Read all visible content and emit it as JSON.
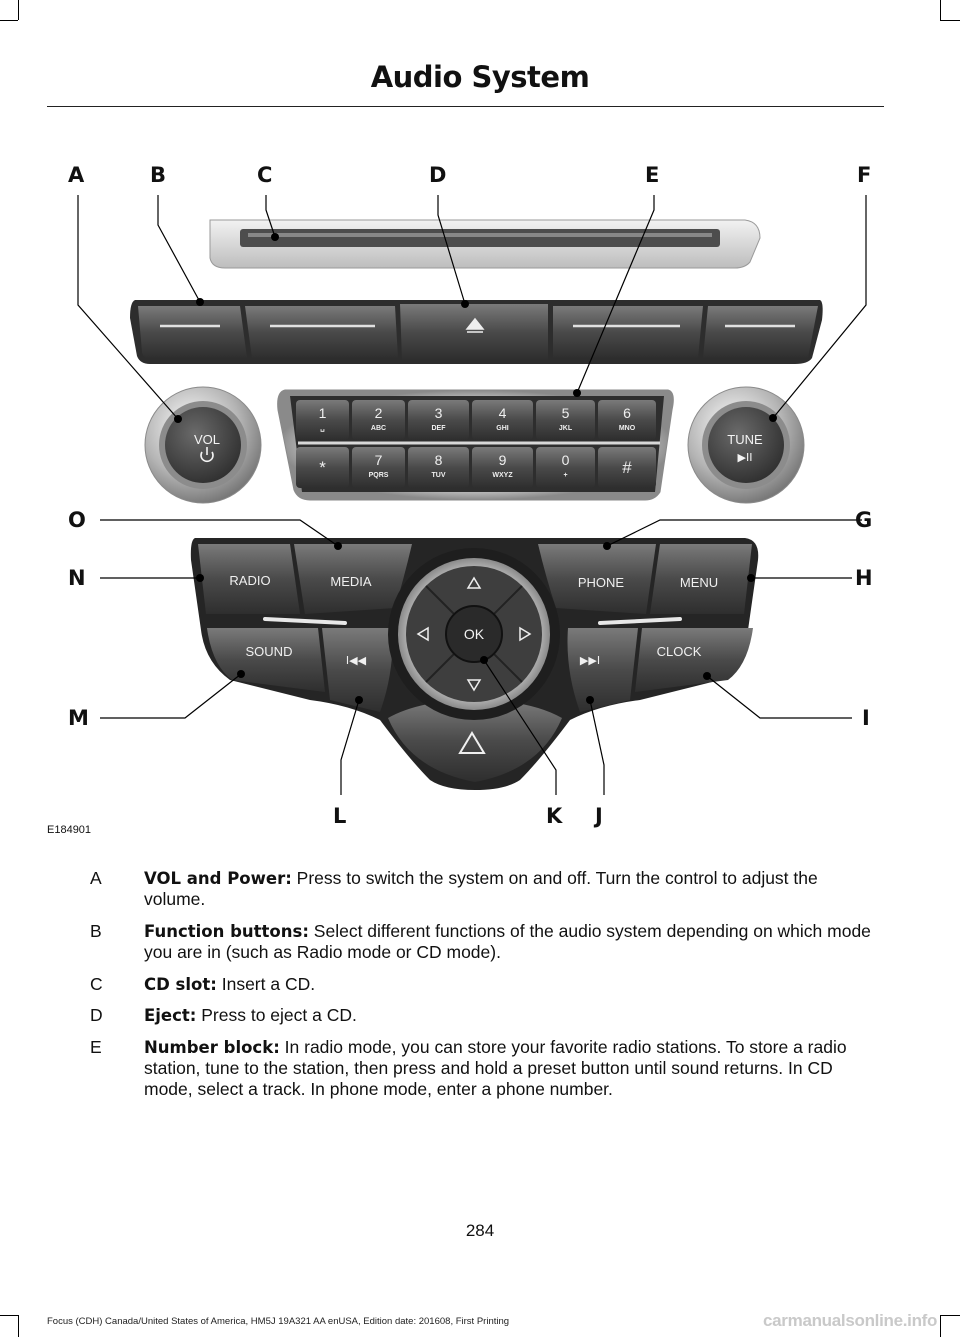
{
  "header": {
    "title": "Audio System"
  },
  "figure": {
    "id": "E184901",
    "callouts": [
      "A",
      "B",
      "C",
      "D",
      "E",
      "F",
      "G",
      "H",
      "I",
      "J",
      "K",
      "L",
      "M",
      "N",
      "O"
    ],
    "panel_labels": {
      "vol": "VOL",
      "tune": "TUNE",
      "play_pause": "▶II",
      "radio": "RADIO",
      "media": "MEDIA",
      "phone": "PHONE",
      "menu": "MENU",
      "sound": "SOUND",
      "clock": "CLOCK",
      "ok": "OK",
      "seek_back": "I◀◀",
      "seek_forward": "▶▶I"
    },
    "keys_top": [
      {
        "num": "1",
        "letters": "␣"
      },
      {
        "num": "2",
        "letters": "ABC"
      },
      {
        "num": "3",
        "letters": "DEF"
      },
      {
        "num": "4",
        "letters": "GHI"
      },
      {
        "num": "5",
        "letters": "JKL"
      },
      {
        "num": "6",
        "letters": "MNO"
      }
    ],
    "keys_bottom": [
      {
        "num": "*",
        "letters": ""
      },
      {
        "num": "7",
        "letters": "PQRS"
      },
      {
        "num": "8",
        "letters": "TUV"
      },
      {
        "num": "9",
        "letters": "WXYZ"
      },
      {
        "num": "0",
        "letters": "+"
      },
      {
        "num": "#",
        "letters": ""
      }
    ]
  },
  "descriptions": [
    {
      "letter": "A",
      "term": "VOL and Power:",
      "text": " Press to switch the system on and off. Turn the control to adjust the volume."
    },
    {
      "letter": "B",
      "term": "Function buttons:",
      "text": " Select different functions of the audio system depending on which mode you are in (such as Radio mode or CD mode)."
    },
    {
      "letter": "C",
      "term": "CD slot:",
      "text": " Insert a CD."
    },
    {
      "letter": "D",
      "term": "Eject:",
      "text": " Press to eject a CD."
    },
    {
      "letter": "E",
      "term": "Number block:",
      "text": " In radio mode, you can store your favorite radio stations. To store a radio station, tune to the station, then press and hold a preset button until sound returns. In CD mode, select a track. In phone mode, enter a phone number."
    }
  ],
  "page_number": "284",
  "footer": "Focus (CDH) Canada/United States of America, HM5J 19A321 AA enUSA, Edition date: 201608, First Printing",
  "watermark": "carmanualsonline.info"
}
